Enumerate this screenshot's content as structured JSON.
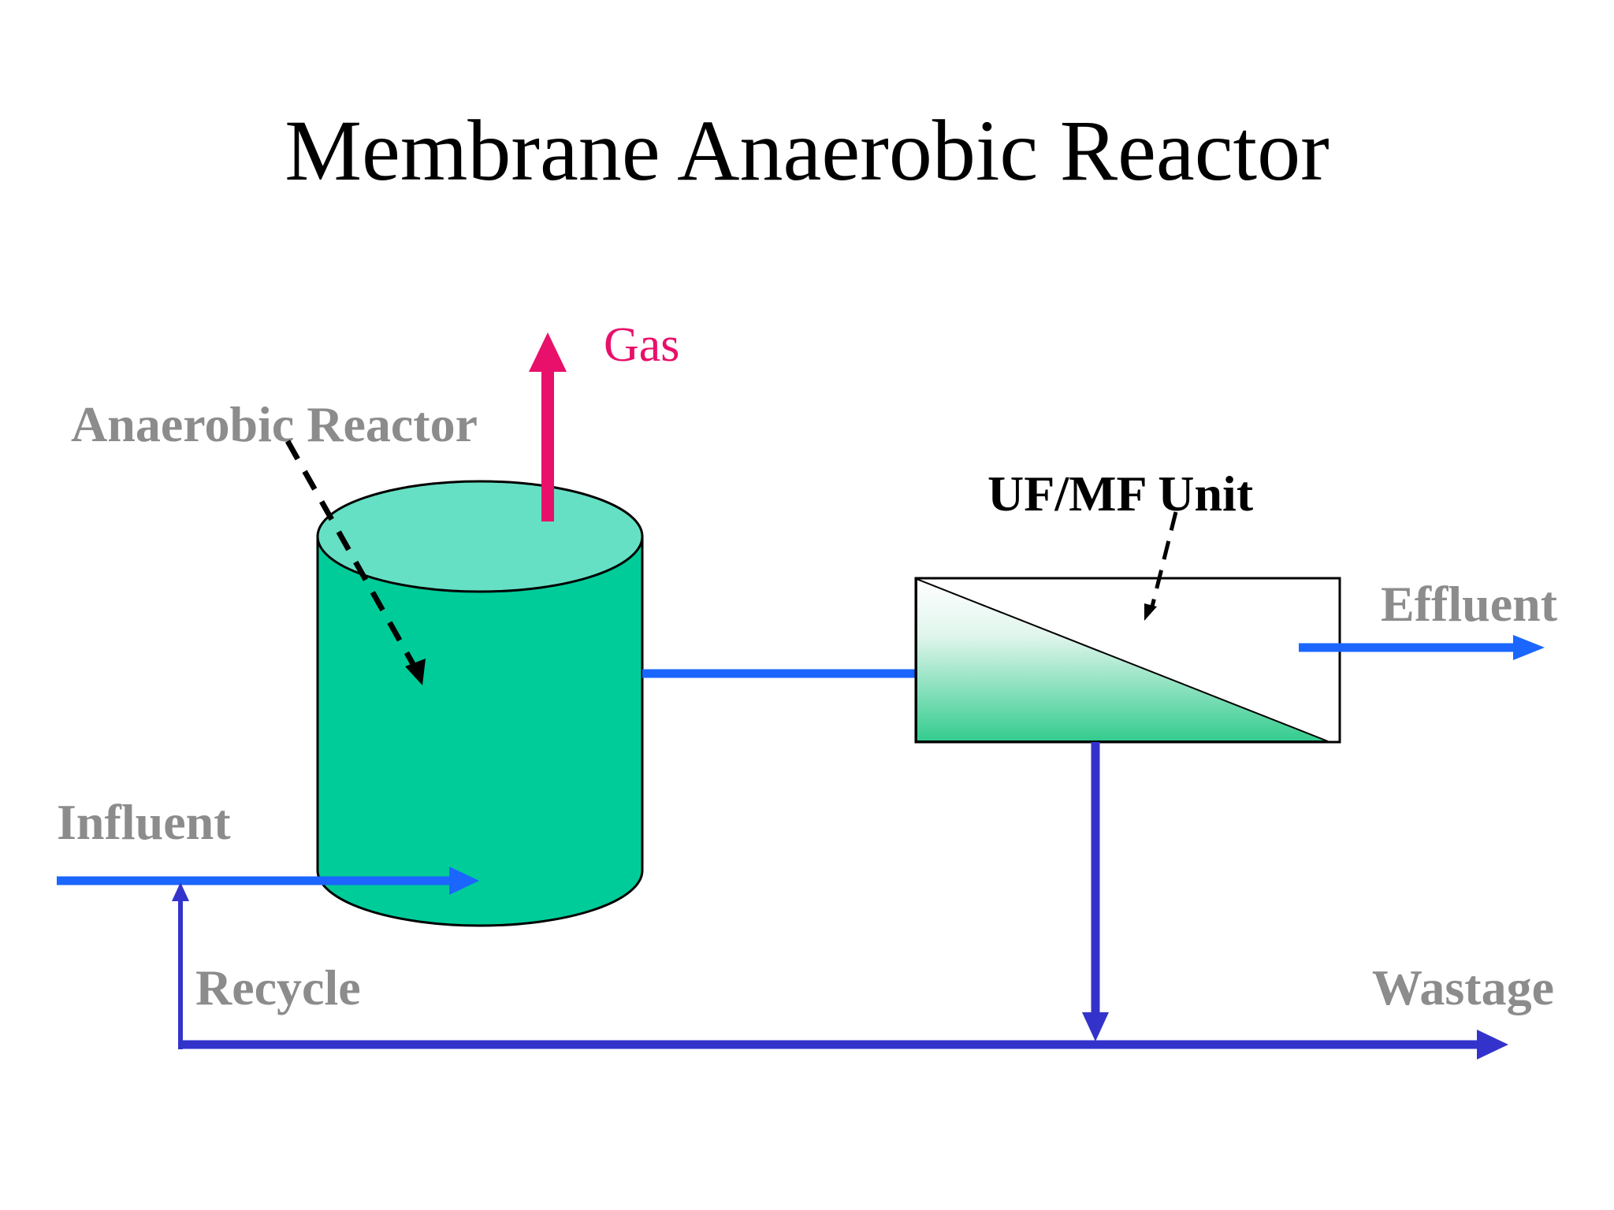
{
  "title": "Membrane Anaerobic Reactor",
  "labels": {
    "gas": "Gas",
    "anaerobic_reactor": "Anaerobic Reactor",
    "uf_mf_unit": "UF/MF Unit",
    "effluent": "Effluent",
    "influent": "Influent",
    "recycle": "Recycle",
    "wastage": "Wastage"
  },
  "colors": {
    "background": "#ffffff",
    "title": "#000000",
    "grey_label": "#8c8c8c",
    "gas": "#e8106a",
    "unit_label": "#000000",
    "reactor_body": "#00cc9a",
    "reactor_top": "#66e0c4",
    "blue_flow": "#1a66ff",
    "purple_flow": "#3333cc",
    "membrane_gradient_top": "#ffffff",
    "membrane_gradient_bottom": "#33cc8e"
  }
}
